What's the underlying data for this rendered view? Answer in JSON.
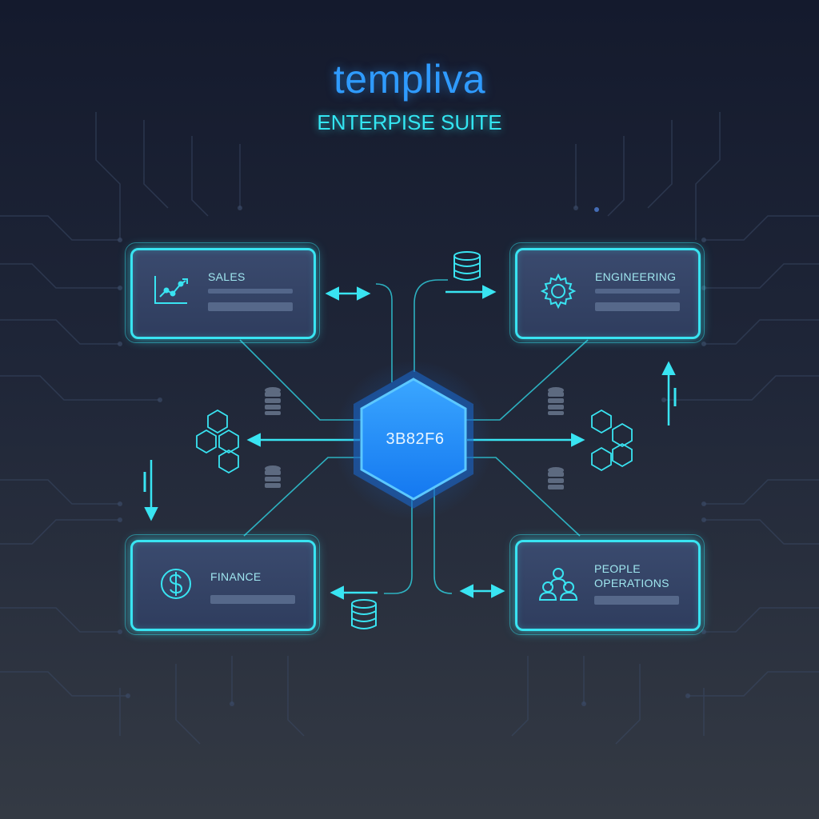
{
  "brand": {
    "title": "templiva",
    "subtitle": "ENTERPISE SUITE"
  },
  "hub": {
    "label": "3B82F6"
  },
  "departments": {
    "sales": {
      "label": "SALES"
    },
    "engineering": {
      "label": "ENGINEERING"
    },
    "finance": {
      "label": "FINANCE"
    },
    "people": {
      "label_line1": "PEOPLE",
      "label_line2": "OPERATIONS"
    }
  },
  "colors": {
    "accent": "#39e4f2",
    "brand_blue": "#2f9bff",
    "hub_blue": "#1e8cff"
  },
  "icons": [
    "line-chart-icon",
    "gear-icon",
    "dollar-icon",
    "people-icon",
    "database-icon",
    "hexagon-cluster-icon"
  ]
}
